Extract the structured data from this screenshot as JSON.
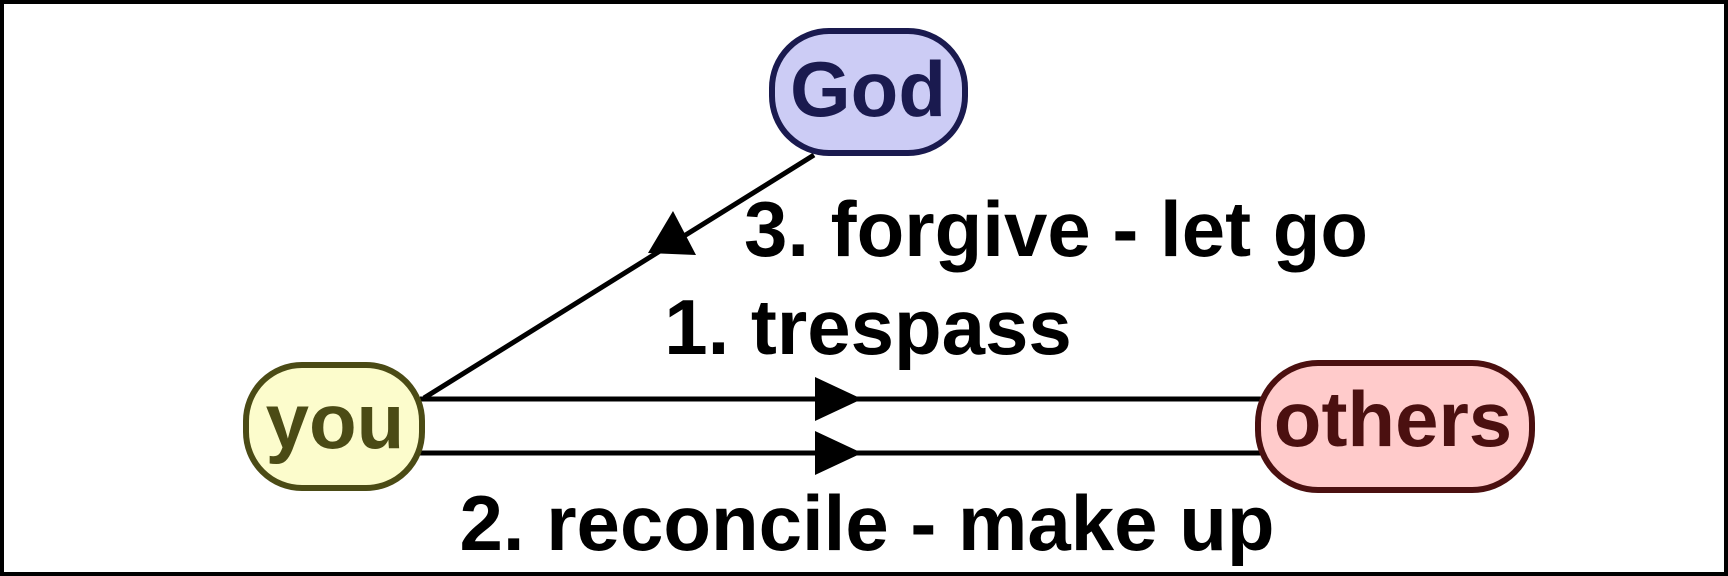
{
  "diagram": {
    "title_none_visible": "",
    "background_color": "#ffffff",
    "frame_color": "#000000",
    "edge_color": "#000000",
    "edge_label_color": "#000000",
    "nodes": {
      "god": {
        "label": "God",
        "fill": "#ccccf5",
        "stroke": "#1a1a4f",
        "text_color": "#1a1a4f"
      },
      "you": {
        "label": "you",
        "fill": "#fcfccc",
        "stroke": "#4b4b15",
        "text_color": "#4b4b15"
      },
      "others": {
        "label": "others",
        "fill": "#ffcbcb",
        "stroke": "#4b1010",
        "text_color": "#4b1010"
      }
    },
    "edges": {
      "trespass": {
        "label": "1. trespass",
        "from": "you",
        "to": "others",
        "arrow": "midline-right"
      },
      "reconcile": {
        "label": "2. reconcile - make up",
        "from": "you",
        "to": "others",
        "arrow": "midline-right"
      },
      "forgive": {
        "label": "3. forgive - let go",
        "from": "you",
        "to": "God",
        "arrow": "midline-up"
      }
    }
  }
}
